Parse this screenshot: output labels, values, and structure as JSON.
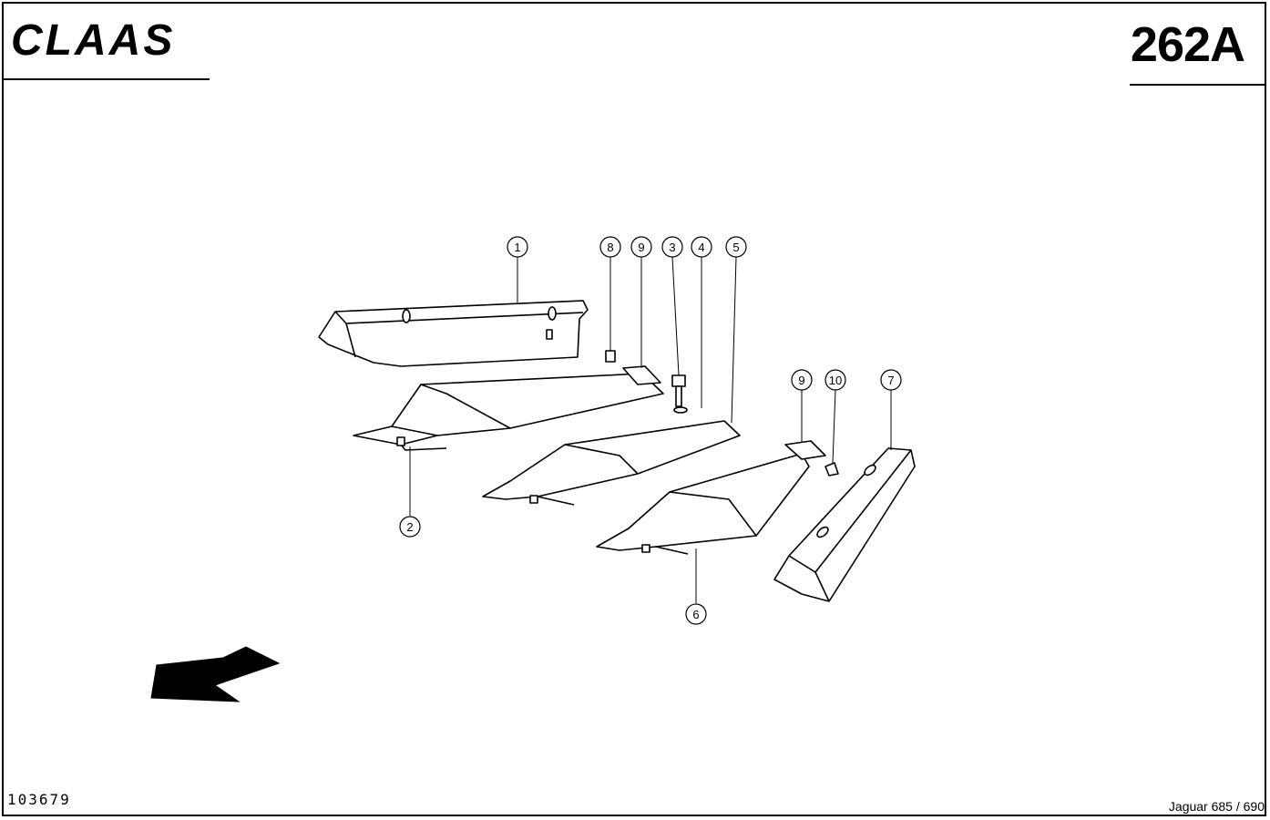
{
  "header": {
    "brand": "CLAAS",
    "page_number": "262A"
  },
  "footer": {
    "document_id": "103679",
    "model": "Jaguar 685 / 690"
  },
  "callouts": [
    "1",
    "8",
    "9",
    "3",
    "4",
    "5",
    "9",
    "10",
    "7",
    "2",
    "6"
  ],
  "icons": {
    "brand_logo": "claas-logo",
    "direction_arrow": "direction-arrow-icon"
  }
}
